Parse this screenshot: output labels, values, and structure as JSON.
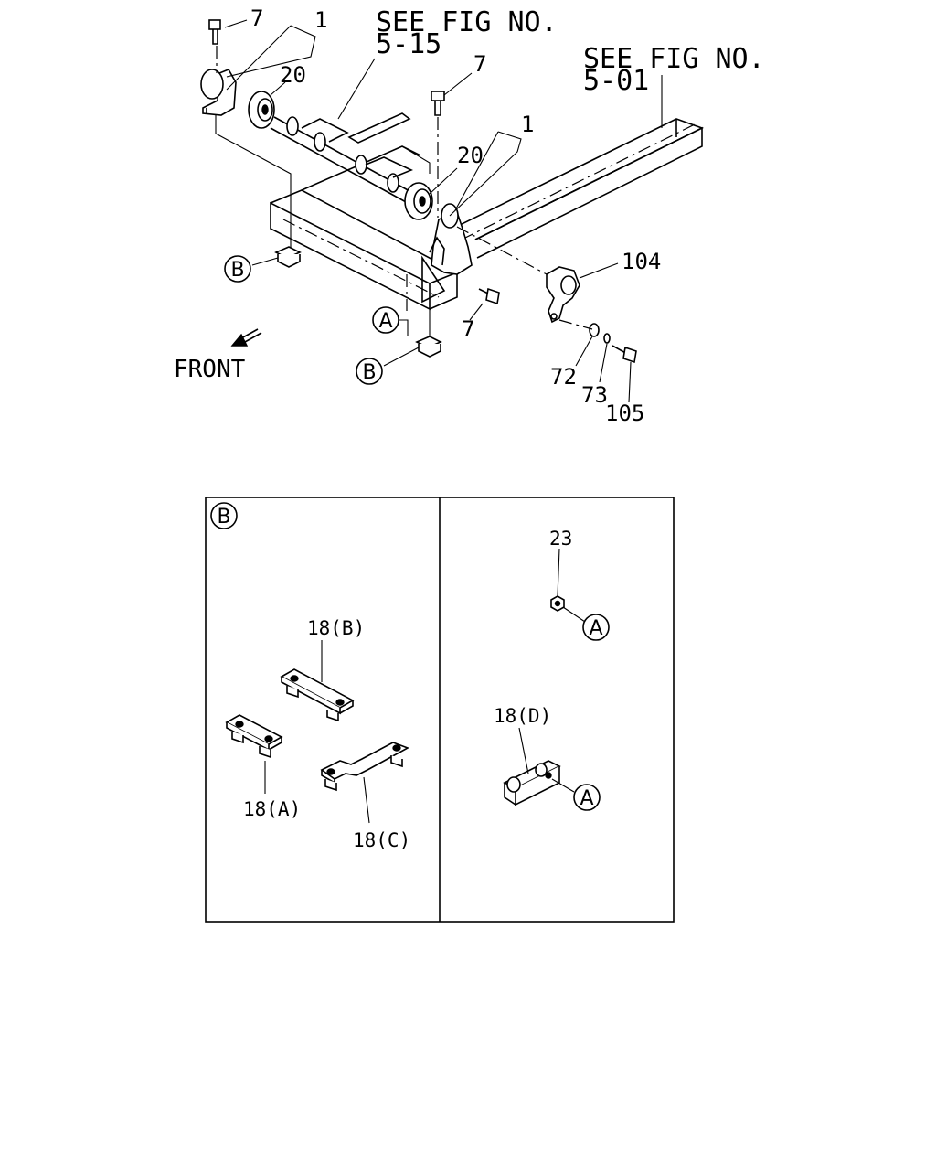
{
  "see_fig_refs": [
    {
      "line1": "SEE FIG NO.",
      "line2": "5-15"
    },
    {
      "line1": "SEE FIG NO.",
      "line2": "5-01"
    }
  ],
  "callouts": {
    "bolt_top_left": "7",
    "bracket_left": "1",
    "bushing_left": "20",
    "bolt_top_mid": "7",
    "bracket_right": "1",
    "bushing_right": "20",
    "bolt_lower": "7",
    "link_plate": "104",
    "washer": "72",
    "lock_washer": "73",
    "bolt_right": "105"
  },
  "reference_markers": {
    "b_upper": "B",
    "b_lower": "B",
    "a_main": "A"
  },
  "direction_label": "FRONT",
  "inset": {
    "marker": "B",
    "parts": {
      "plate_a": "18(A)",
      "plate_b": "18(B)",
      "plate_c": "18(C)",
      "nut": "23",
      "plate_d": "18(D)"
    },
    "markers": {
      "a_nut": "A",
      "a_plate": "A"
    }
  }
}
